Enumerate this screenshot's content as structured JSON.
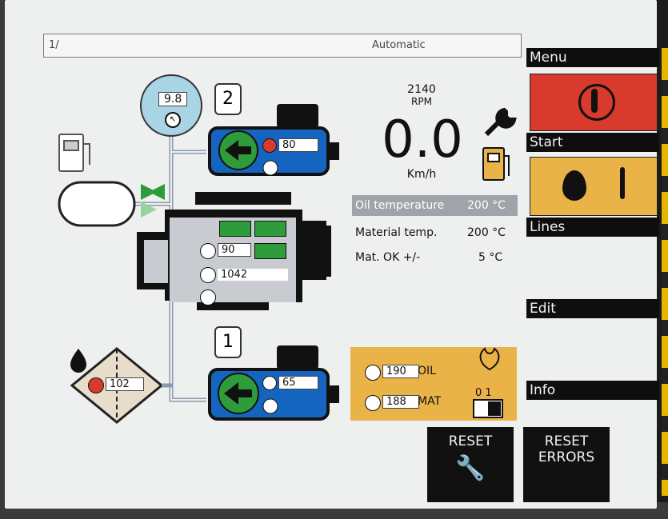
{
  "title_bar": {
    "screen_id": "1/",
    "mode": "Automatic"
  },
  "gauge": {
    "value": "9.8"
  },
  "pumps": [
    {
      "number": "2",
      "temperature": "80"
    },
    {
      "number": "1",
      "temperature": "65"
    }
  ],
  "engine": {
    "temperature": "90",
    "hours": "1042"
  },
  "hydraulic_tank": {
    "temperature": "102"
  },
  "speed": {
    "rpm": "2140",
    "rpm_unit": "RPM",
    "value": "0.0",
    "unit": "Km/h"
  },
  "temps": [
    {
      "label": "Oil temperature",
      "value": "200 °C"
    },
    {
      "label": "Material temp.",
      "value": "200 °C"
    },
    {
      "label": "Mat. OK +/-",
      "value": "5 °C"
    }
  ],
  "heater_panel": {
    "oil_value": "190",
    "oil_label": "OIL",
    "mat_value": "188",
    "mat_label": "MAT",
    "switch_label": "0 1"
  },
  "side_menu": {
    "menu": "Menu",
    "start": "Start",
    "lines": "Lines",
    "edit": "Edit",
    "info": "Info"
  },
  "buttons": {
    "reset": "RESET",
    "reset_errors_line1": "RESET",
    "reset_errors_line2": "ERRORS"
  },
  "colors": {
    "pump_blue": "#1565c0",
    "heater_yellow": "#e9b347",
    "alarm_red": "#d83a2c",
    "status_green": "#2e9c3a"
  }
}
